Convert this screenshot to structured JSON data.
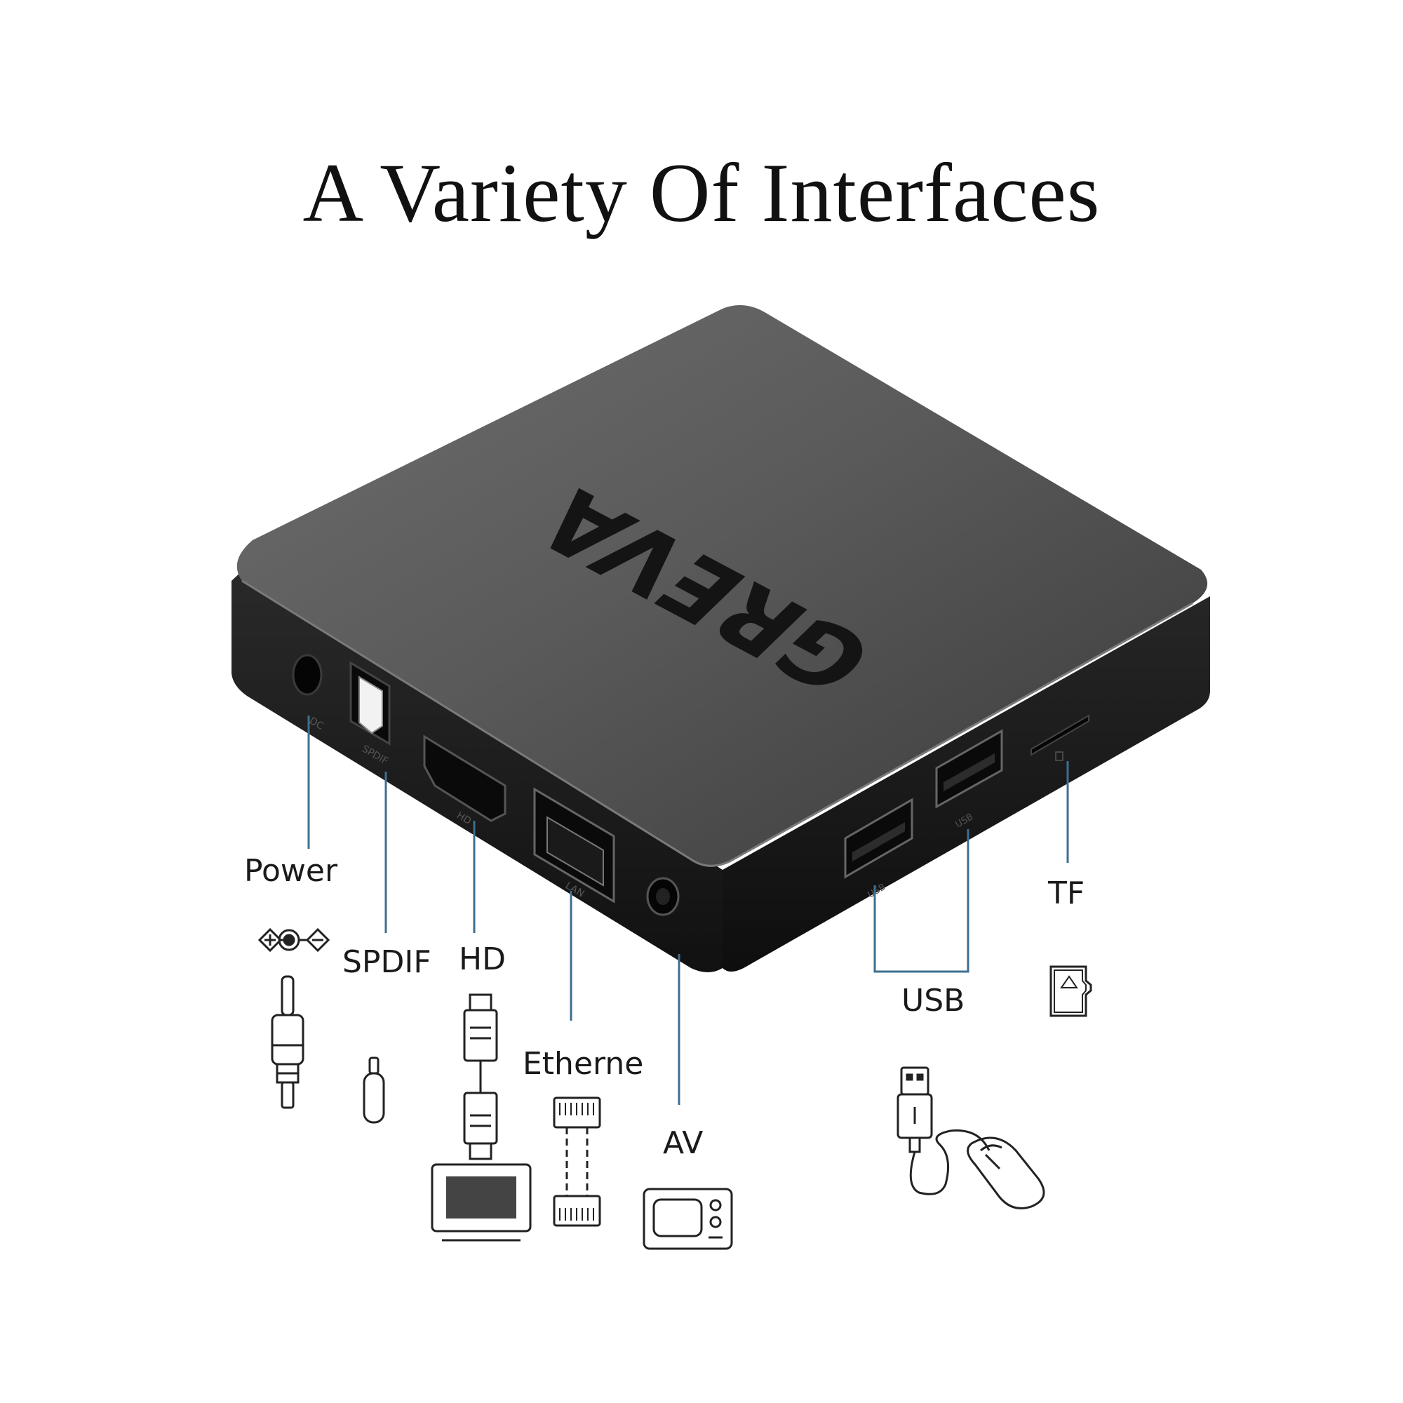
{
  "title": "A Variety Of Interfaces",
  "brand_logo": "GREVA",
  "port_markings": {
    "dc": "DC",
    "spdif": "SPDIF",
    "hd": "HD",
    "lan": "LAN",
    "usb": "USB"
  },
  "labels": {
    "power": "Power",
    "spdif": "SPDIF",
    "hd": "HD",
    "ethernet": "Etherne",
    "av": "AV",
    "usb": "USB",
    "tf": "TF"
  },
  "colors": {
    "box_top": "#5a5a5a",
    "box_side": "#1b1b1b",
    "leader_line": "#3d6f8f",
    "icon_stroke": "#222222"
  },
  "icons": [
    "dc-polarity-icon",
    "power-plug-icon",
    "optical-plug-icon",
    "hdmi-cable-icon",
    "monitor-icon",
    "ethernet-cable-icon",
    "tv-icon",
    "usb-plug-icon",
    "mouse-icon",
    "sd-card-icon"
  ]
}
